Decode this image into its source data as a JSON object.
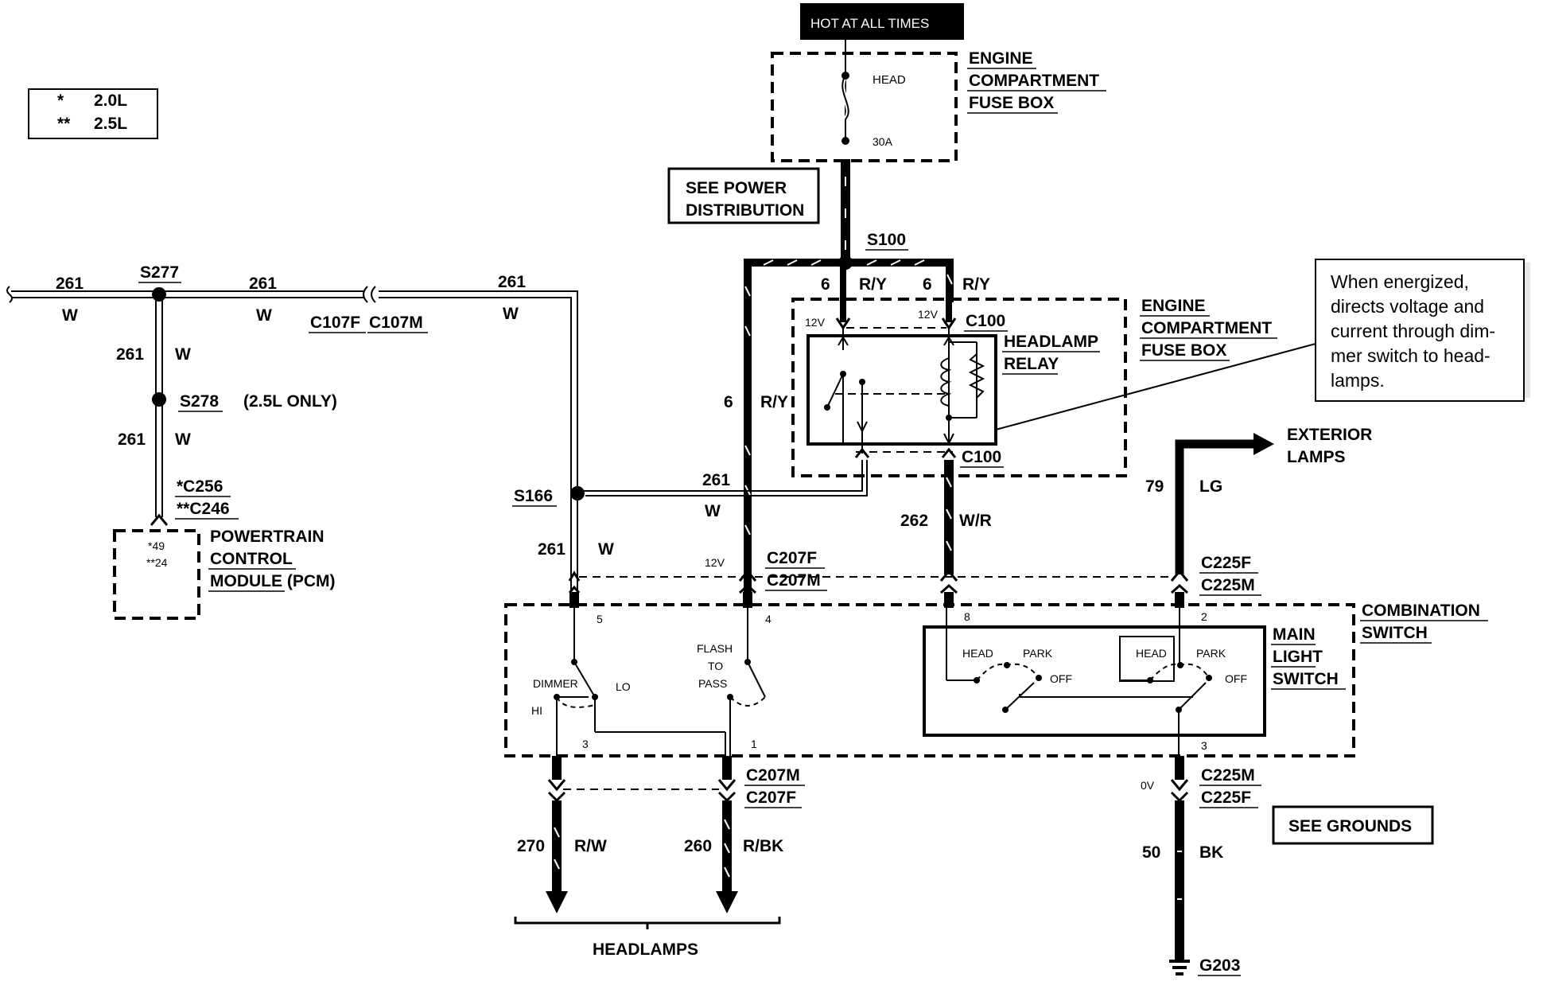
{
  "legend": {
    "rows": [
      {
        "mark": "*",
        "value": "2.0L"
      },
      {
        "mark": "**",
        "value": "2.5L"
      }
    ]
  },
  "top_box": {
    "label": "HOT AT ALL TIMES"
  },
  "fuse_box_top": {
    "title": [
      "ENGINE",
      "COMPARTMENT",
      "FUSE BOX"
    ],
    "fuse_name": "HEAD",
    "fuse_rating": "30A"
  },
  "see_power": {
    "lines": [
      "SEE POWER",
      "DISTRIBUTION"
    ]
  },
  "splices": {
    "s100": "S100",
    "s277": "S277",
    "s278": "S278",
    "s278_note": "(2.5L ONLY)",
    "s166": "S166"
  },
  "wires": {
    "w261": "261",
    "w": "W",
    "w6": "6",
    "ry": "R/Y",
    "w262": "262",
    "wr": "W/R",
    "w79": "79",
    "lg": "LG",
    "w270": "270",
    "rw": "R/W",
    "w260": "260",
    "rbk": "R/BK",
    "w50": "50",
    "bk": "BK"
  },
  "connectors": {
    "c107f": "C107F",
    "c107m": "C107M",
    "c256": "*C256",
    "c246": "**C246",
    "c100": "C100",
    "c207f": "C207F",
    "c207m": "C207M",
    "c225f": "C225F",
    "c225m": "C225M"
  },
  "pcm": {
    "title": [
      "POWERTRAIN",
      "CONTROL",
      "MODULE (PCM)"
    ],
    "pins": [
      "*49",
      "**24"
    ]
  },
  "relay": {
    "title": [
      "HEADLAMP",
      "RELAY"
    ],
    "v12": "12V"
  },
  "fuse_box_mid": {
    "title": [
      "ENGINE",
      "COMPARTMENT",
      "FUSE BOX"
    ]
  },
  "callout": {
    "lines": [
      "When energized,",
      "directs voltage and",
      "current through dim-",
      "mer switch to head-",
      "lamps."
    ]
  },
  "exterior": {
    "lines": [
      "EXTERIOR",
      "LAMPS"
    ]
  },
  "combo": {
    "title": [
      "COMBINATION",
      "SWITCH"
    ],
    "pins": {
      "p5": "5",
      "p4": "4",
      "p3": "3",
      "p1": "1",
      "p8": "8",
      "p2": "2",
      "p3b": "3"
    },
    "dimmer": "DIMMER",
    "hi": "HI",
    "lo": "LO",
    "flash": [
      "FLASH",
      "TO",
      "PASS"
    ],
    "v12": "12V"
  },
  "main_light": {
    "title": [
      "MAIN",
      "LIGHT",
      "SWITCH"
    ],
    "head": "HEAD",
    "park": "PARK",
    "off": "OFF"
  },
  "zero_v": "0V",
  "headlamps": "HEADLAMPS",
  "see_grounds": "SEE GROUNDS",
  "ground": "G203"
}
